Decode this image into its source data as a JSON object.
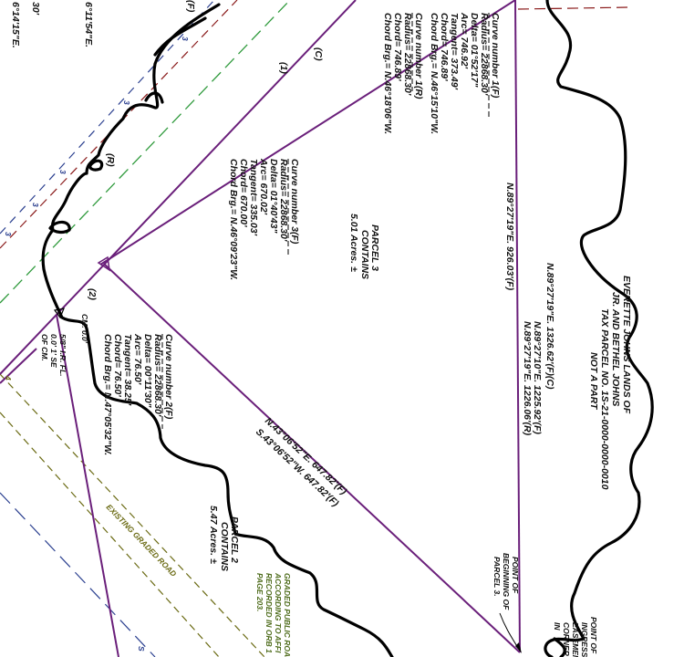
{
  "colors": {
    "property_line": "#6a1f7a",
    "wetland_line": "#000000",
    "road_green": "#2f9a3c",
    "road_olive": "#6b6b14",
    "easement_red": "#8a1a1a",
    "utility_blue": "#2a3f8f"
  },
  "curve1": {
    "title": "Curve number 1(F)",
    "radius": "Radius= 22868.30'",
    "delta": "Delta= 01°52'17\"",
    "arc": "Arc= 746.92'",
    "tangent": "Tangent= 373.49'",
    "chord": "Chord= 746.89'",
    "bearing": "Chord Brg.= N.46°15'10\"W."
  },
  "curve1r": {
    "title": "Curve number 1(R)",
    "radius": "Radius= 22868.30'",
    "chord": "Chord= 746.89'",
    "bearing": "Chord Brg.= N.46°18'06\"W."
  },
  "curve3": {
    "title": "Curve number 3(F)",
    "radius": "Radius= 22868.30'",
    "delta": "Delta= 01°40'43\"",
    "arc": "Arc= 670.02'",
    "tangent": "Tangent= 335.03'",
    "chord": "Chord= 670.00'",
    "bearing": "Chord Brg.= N.46°09'23\"W."
  },
  "curve2": {
    "title": "Curve number 2(F)",
    "radius": "Radius= 22868.30'",
    "delta": "Delta= 00°11'30\"",
    "arc": "Arc= 76.50'",
    "tangent": "Tangent= 38.25'",
    "chord": "Chord= 76.50'",
    "bearing": "Chord Brg.= N.47°05'32\"W."
  },
  "parcel3": {
    "name": "PARCEL 3",
    "contains": "CONTAINS",
    "area": "5.01 Acres. ±"
  },
  "parcel2": {
    "name": "PARCEL 2",
    "contains": "CONTAINS",
    "area": "5.47 Acres. ±"
  },
  "bearings": {
    "b1": "N.89°27'19\"E.   926.03'(F)",
    "b2": "N.89°27'19\"E.   1326.62'(F)(C)",
    "b3": "N.89°27'10\"E.   1225.92'(F)",
    "b4": "N.89°27'19\"E.   1226.06'(R)",
    "b5": "N.43°06'52\"E.   647.82'(F)",
    "b6": "S.43°06'52\"W.   647.82'(F)"
  },
  "adjoiner": {
    "line1": "EVERETTE JOHNS LANDS OF",
    "line2": "JR. AND BETHEL JOHNS",
    "line3": "TAX PARCEL NO. 1S-21-0000-0000-0010",
    "line4": "NOT A PART"
  },
  "pob": {
    "line1": "POINT OF",
    "line2": "BEGINNING OF",
    "line3": "PARCEL 3."
  },
  "iron_pin": {
    "line1": "5/8\" I.R. FL.",
    "line2": "0.0' 1' SE",
    "line3": "OF CM."
  },
  "cm_label": "CM. 0.0'",
  "road_label": "EXISTING GRADED ROAD",
  "graded_road_note": {
    "line1": "GRADED PUBLIC ROA",
    "line2": "ACCORDING TO AFFI",
    "line3": "RECORDED IN ORB 1",
    "line4": "PAGE 203."
  },
  "ingress_note": {
    "line1": "POINT OF",
    "line2": "INGRESS",
    "line3": "EASEMENT",
    "line4": "CORNER",
    "line5": "IN"
  },
  "top_left_fragments": {
    "f1": "6°14'15\"E.",
    "f2": "6°11'54\"E.",
    "f3": "30'",
    "f4": "(F)",
    "f5": "(R)"
  },
  "circle_labels": {
    "c1": "(1)",
    "c2": "(C)",
    "c3": "(2)"
  },
  "line_markers": {
    "m": "3"
  }
}
